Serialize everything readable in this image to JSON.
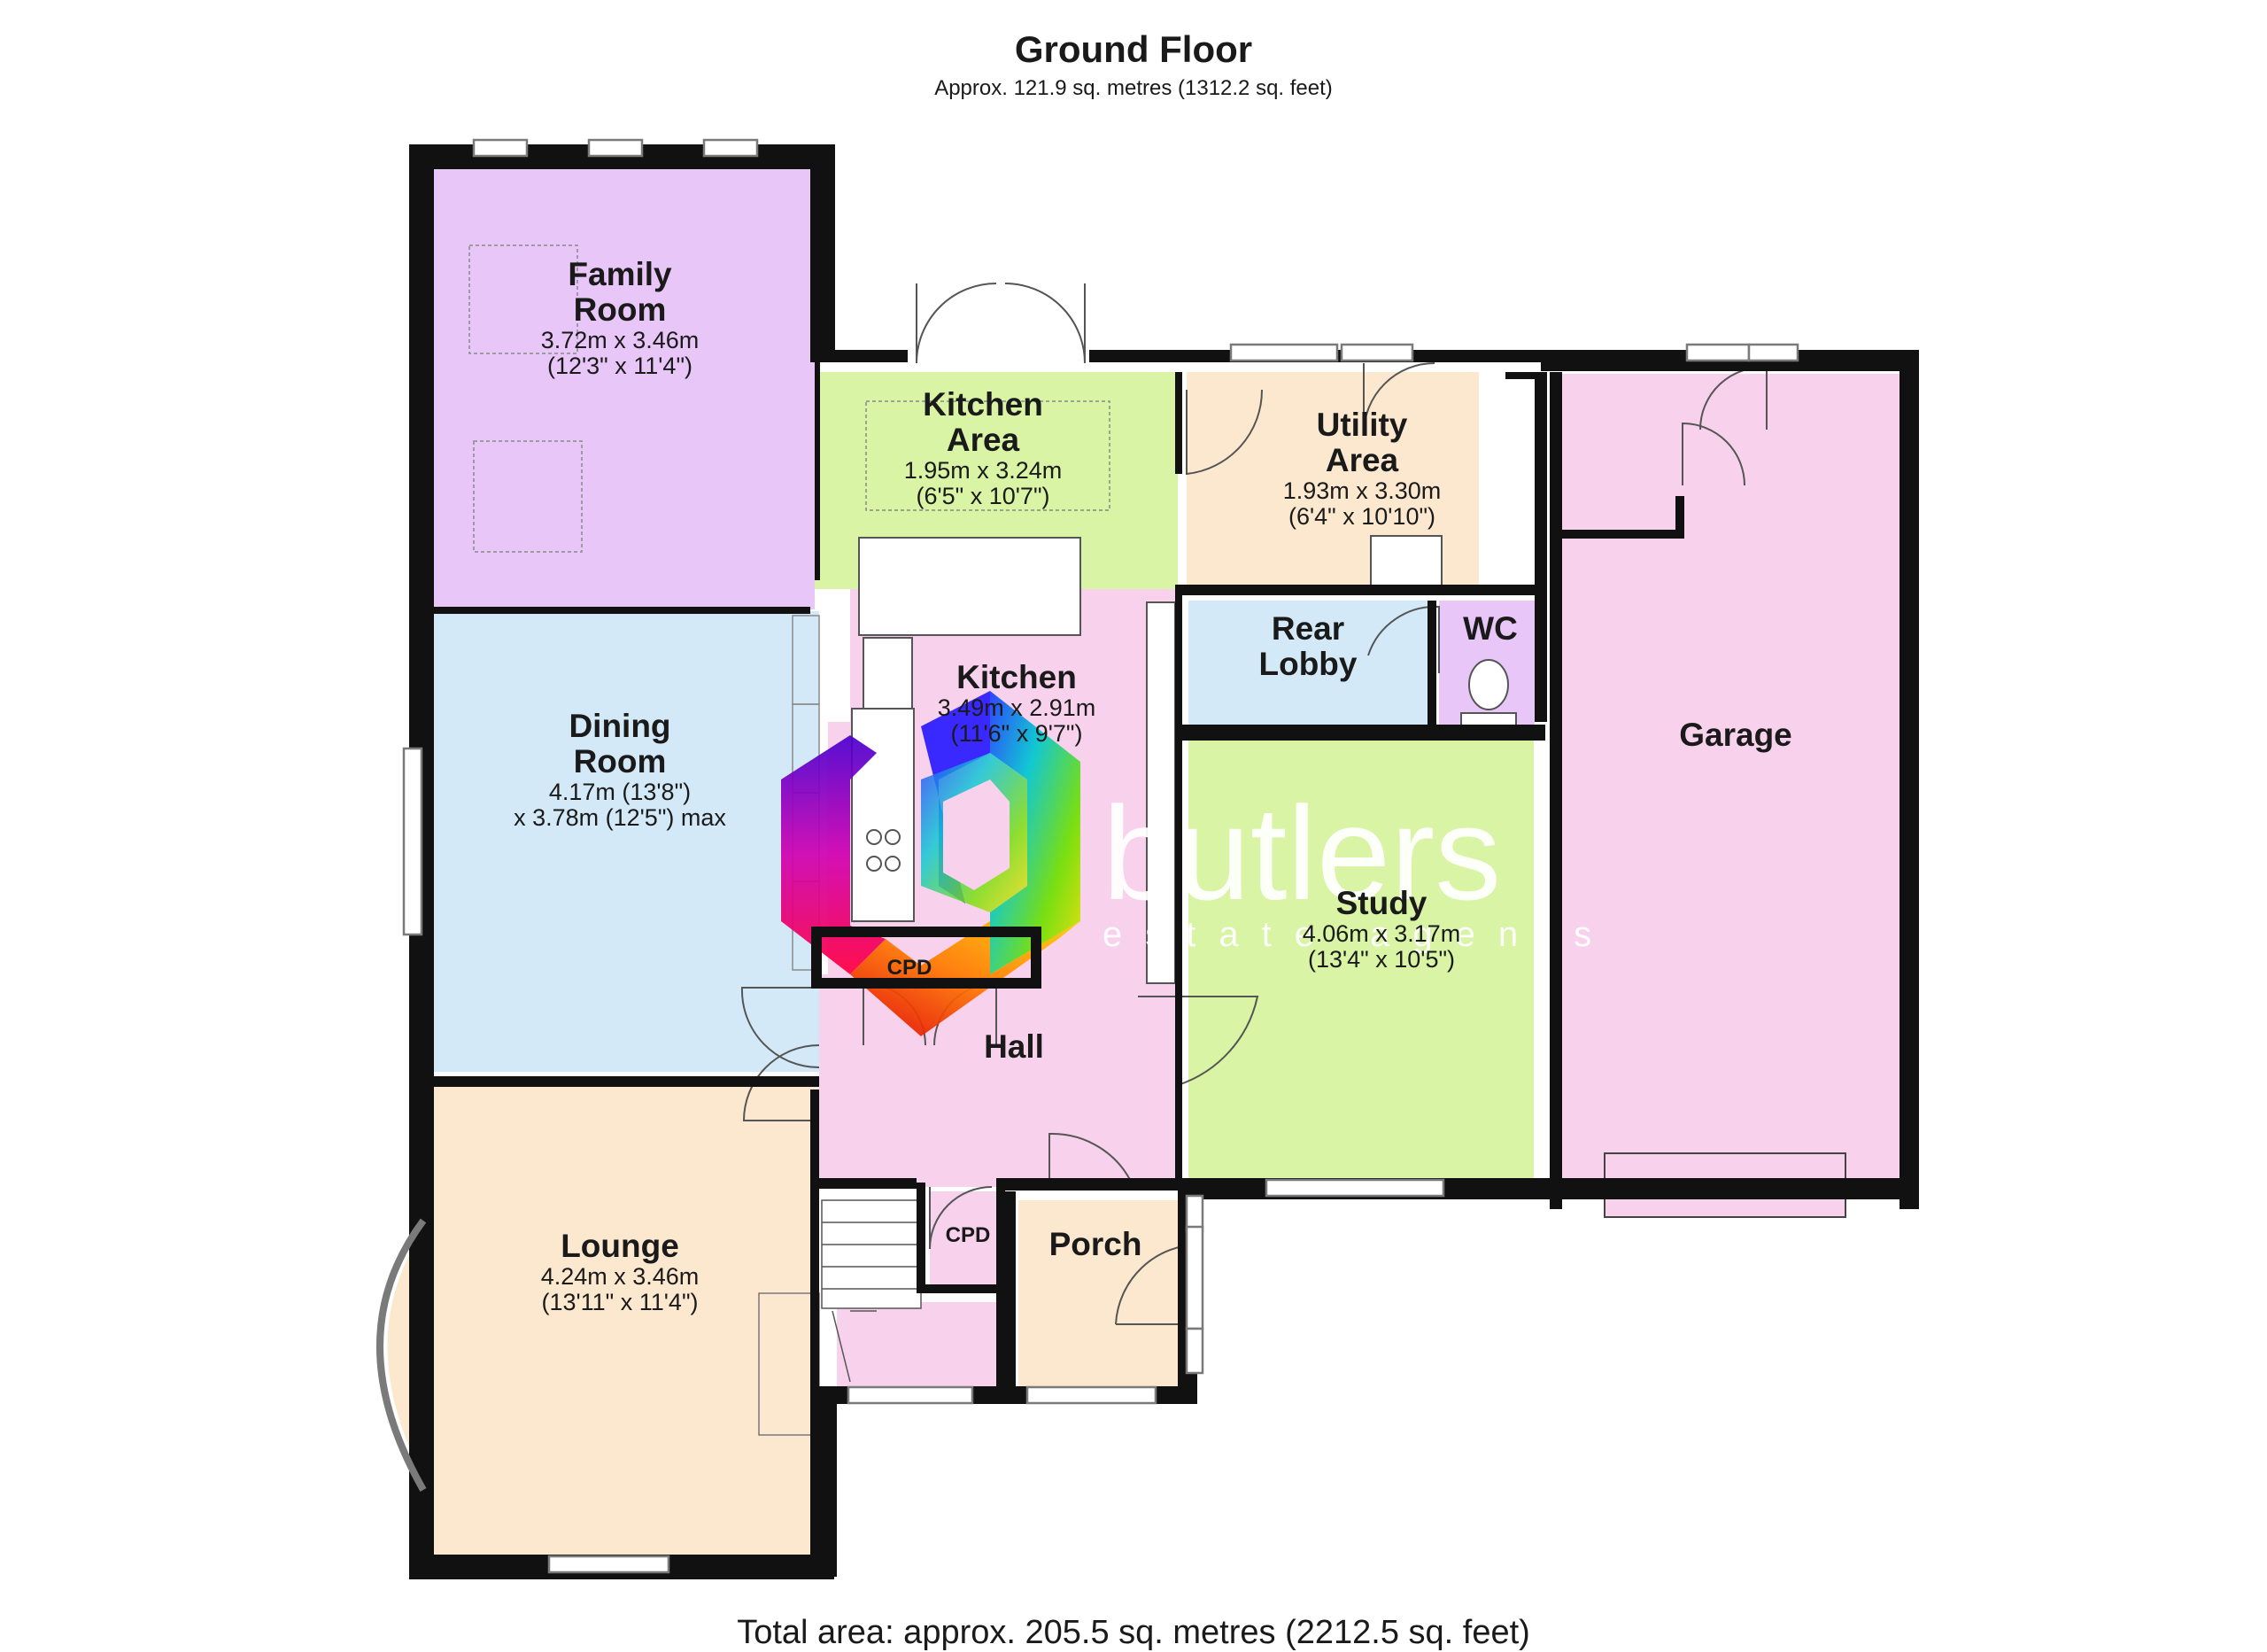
{
  "header": {
    "title": "Ground Floor",
    "subtitle": "Approx. 121.9 sq. metres (1312.2 sq. feet)"
  },
  "footer": {
    "total": "Total area: approx. 205.5 sq. metres (2212.5 sq. feet)"
  },
  "rooms": {
    "family": {
      "name_1": "Family",
      "name_2": "Room",
      "dim_m": "3.72m x 3.46m",
      "dim_ft": "(12'3\" x 11'4\")",
      "color": "#e8c6f8"
    },
    "kitchen_area": {
      "name_1": "Kitchen",
      "name_2": "Area",
      "dim_m": "1.95m x 3.24m",
      "dim_ft": "(6'5\" x 10'7\")",
      "color": "#d8f4a4"
    },
    "utility": {
      "name_1": "Utility",
      "name_2": "Area",
      "dim_m": "1.93m x 3.30m",
      "dim_ft": "(6'4\" x 10'10\")",
      "color": "#fbe8cf"
    },
    "dining": {
      "name_1": "Dining",
      "name_2": "Room",
      "dim_m": "4.17m (13'8\")",
      "dim_ft": "x 3.78m (12'5\") max",
      "color": "#d3e9f8"
    },
    "kitchen": {
      "name": "Kitchen",
      "dim_m": "3.49m x 2.91m",
      "dim_ft": "(11'6\" x 9'7\")",
      "color": "#f8d2ec"
    },
    "rear_lobby": {
      "name_1": "Rear",
      "name_2": "Lobby",
      "color": "#d3e9f8"
    },
    "wc": {
      "name": "WC",
      "color": "#e8c6f8"
    },
    "study": {
      "name": "Study",
      "dim_m": "4.06m x 3.17m",
      "dim_ft": "(13'4\" x 10'5\")",
      "color": "#d8f4a4"
    },
    "garage": {
      "name": "Garage",
      "color": "#f8d2ec"
    },
    "hall": {
      "name": "Hall",
      "color": "#f8d2ec"
    },
    "lounge": {
      "name": "Lounge",
      "dim_m": "4.24m x 3.46m",
      "dim_ft": "(13'11\" x 11'4\")",
      "color": "#fbe8cf"
    },
    "porch": {
      "name": "Porch",
      "color": "#fbe8cf"
    },
    "cpd_upper": {
      "name": "CPD"
    },
    "cpd_lower": {
      "name": "CPD"
    }
  },
  "watermark": {
    "text": "butlers",
    "subtext": "estate agents",
    "logo_icon": "hexagon-colour-wheel-logo"
  },
  "colors": {
    "wall": "#111111",
    "window_frame": "#7a7a7a"
  }
}
